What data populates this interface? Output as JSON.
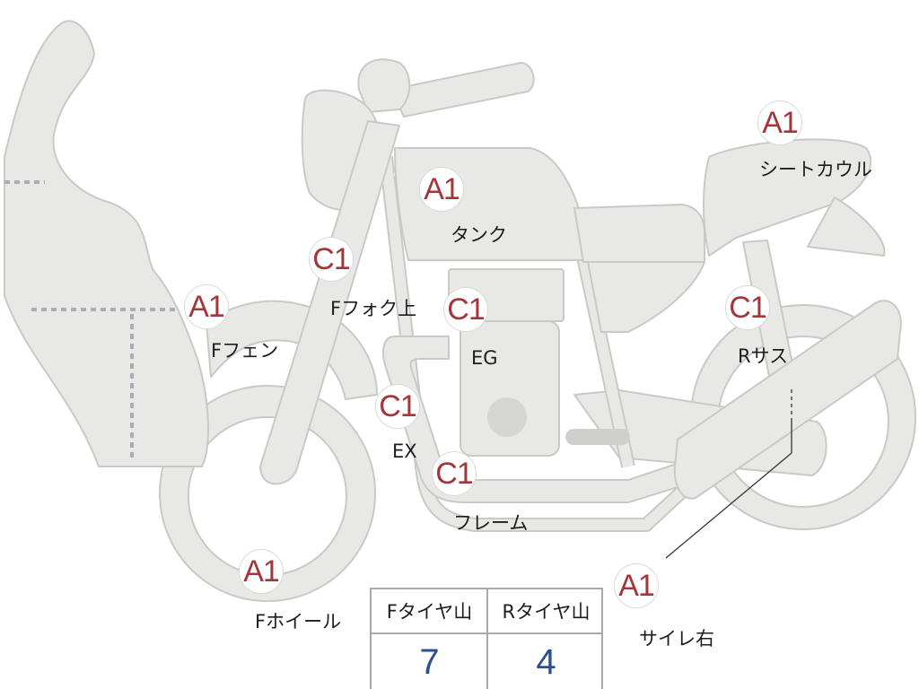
{
  "parts": [
    {
      "id": "tank",
      "grade": "A1",
      "label": "タンク"
    },
    {
      "id": "seat-cowl",
      "grade": "A1",
      "label": "シートカウル"
    },
    {
      "id": "front-fork-upper",
      "grade": "C1",
      "label": "Fフォク上"
    },
    {
      "id": "front-fender",
      "grade": "A1",
      "label": "Fフェン"
    },
    {
      "id": "engine",
      "grade": "C1",
      "label": "EG"
    },
    {
      "id": "exhaust",
      "grade": "C1",
      "label": "EX"
    },
    {
      "id": "frame",
      "grade": "C1",
      "label": "フレーム"
    },
    {
      "id": "rear-suspension",
      "grade": "C1",
      "label": "Rサス"
    },
    {
      "id": "front-wheel",
      "grade": "A1",
      "label": "Fホイール"
    },
    {
      "id": "muffler-right",
      "grade": "A1",
      "label": "サイレ右"
    }
  ],
  "tread_table": {
    "headers": [
      "Fタイヤ山",
      "Rタイヤ山"
    ],
    "values": [
      "7",
      "4"
    ]
  },
  "colors": {
    "part_fill": "#e8e8e6",
    "part_stroke": "#c9c9c6",
    "grade_text": "#a3363a",
    "value_text": "#2c4f92",
    "dotted_line": "#a9aeb3"
  }
}
